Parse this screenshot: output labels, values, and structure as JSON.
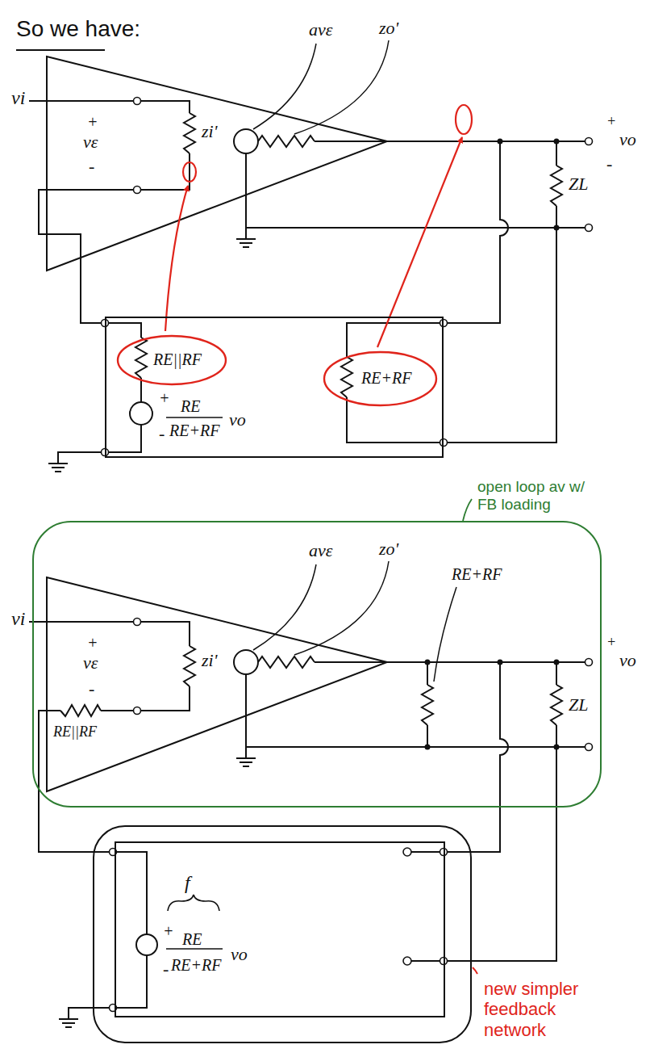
{
  "diagram": {
    "title": "So we have:",
    "nodes": [
      {
        "text": [
          "+",
          "RE",
          "RE+RF",
          "vo",
          "-"
        ]
      },
      {
        "text": [
          "RE||RF"
        ],
        "in": 0
      },
      {
        "text": [
          "RE+RF"
        ],
        "in": 0
      },
      {
        "text": [
          "open loop av w/ FB loading"
        ]
      },
      {
        "text": [
          "new simpler feedback network"
        ]
      },
      {
        "text": [
          "f",
          "+",
          "RE",
          "RE+RF",
          "vo",
          "-"
        ],
        "in": 4
      }
    ],
    "labels": [
      "vi",
      "+",
      "vε",
      "-",
      "zi'",
      "avε",
      "zo'",
      "+",
      "vo",
      "-",
      "ZL",
      "vi",
      "+",
      "vε",
      "-",
      "zi'",
      "avε",
      "zo'",
      "RE+RF",
      "ZL",
      "+",
      "vo",
      "RE||RF"
    ]
  }
}
